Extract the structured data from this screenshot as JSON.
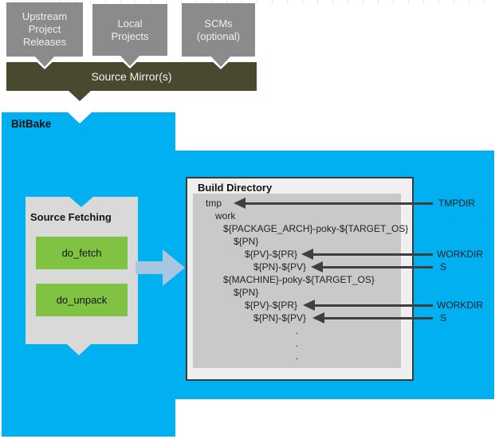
{
  "colors": {
    "bitbake_cyan": "#00b0f0",
    "mirror_olive": "#49492f",
    "source_box_gray": "#8b8b8b",
    "fetch_box_gray": "#d9d9d9",
    "tree_panel_gray": "#c9c9c9",
    "task_green": "#80c342",
    "flow_arrow_blue": "#a8c6e0",
    "annotation_arrow_gray": "#3f3f3f"
  },
  "sources": {
    "boxes": [
      {
        "lines": [
          "Upstream",
          "Project",
          "Releases"
        ]
      },
      {
        "lines": [
          "Local",
          "Projects"
        ]
      },
      {
        "lines": [
          "SCMs",
          "(optional)"
        ]
      }
    ],
    "mirror_label": "Source Mirror(s)"
  },
  "bitbake": {
    "label": "BitBake"
  },
  "source_fetching": {
    "title": "Source Fetching",
    "tasks": [
      "do_fetch",
      "do_unpack"
    ]
  },
  "build_directory": {
    "title": "Build Directory",
    "tree": [
      "tmp",
      "work",
      "${PACKAGE_ARCH}-poky-${TARGET_OS}",
      "${PN}",
      "${PV}-${PR}",
      "${PN}-${PV}",
      "${MACHINE}-poky-${TARGET_OS}",
      "${PN}",
      "${PV}-${PR}",
      "${PN}-${PV}"
    ],
    "ellipsis": [
      ".",
      ".",
      "."
    ]
  },
  "annotations": [
    "TMPDIR",
    "WORKDIR",
    "S",
    "WORKDIR",
    "S"
  ]
}
